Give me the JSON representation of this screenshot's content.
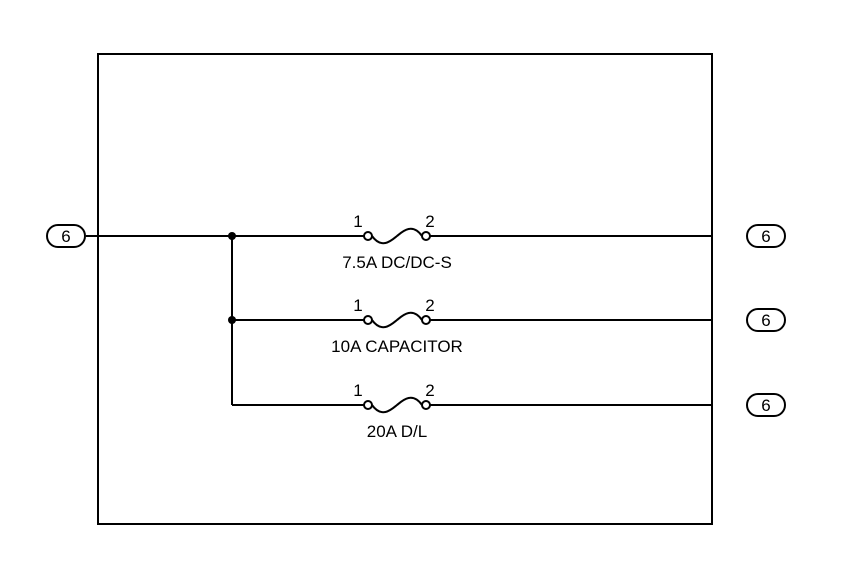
{
  "connectors": {
    "input": "6",
    "out_1": "6",
    "out_2": "6",
    "out_3": "6"
  },
  "fuses": [
    {
      "label": "7.5A DC/DC-S",
      "pin_left": "1",
      "pin_right": "2"
    },
    {
      "label": "10A CAPACITOR",
      "pin_left": "1",
      "pin_right": "2"
    },
    {
      "label": "20A D/L",
      "pin_left": "1",
      "pin_right": "2"
    }
  ]
}
